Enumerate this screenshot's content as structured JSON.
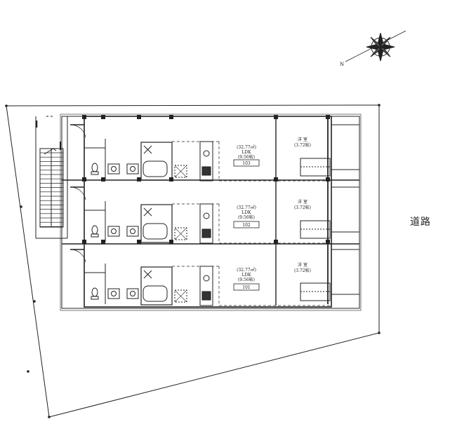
{
  "road_label": "道路",
  "compass": {
    "north_label": "N"
  },
  "units": [
    {
      "ldk_area_m2": "(32.77㎡)",
      "ldk_name": "LDK",
      "ldk_tatami": "(9.56帖)",
      "unit_number": "103",
      "western_room_name": "洋 室",
      "western_room_tatami": "(3.72帖)"
    },
    {
      "ldk_area_m2": "(32.77㎡)",
      "ldk_name": "LDK",
      "ldk_tatami": "(9.56帖)",
      "unit_number": "102",
      "western_room_name": "洋 室",
      "western_room_tatami": "(3.72帖)"
    },
    {
      "ldk_area_m2": "(32.77㎡)",
      "ldk_name": "LDK",
      "ldk_tatami": "(9.56帖)",
      "unit_number": "101",
      "western_room_name": "洋 室",
      "western_room_tatami": "(3.72帖)"
    }
  ]
}
